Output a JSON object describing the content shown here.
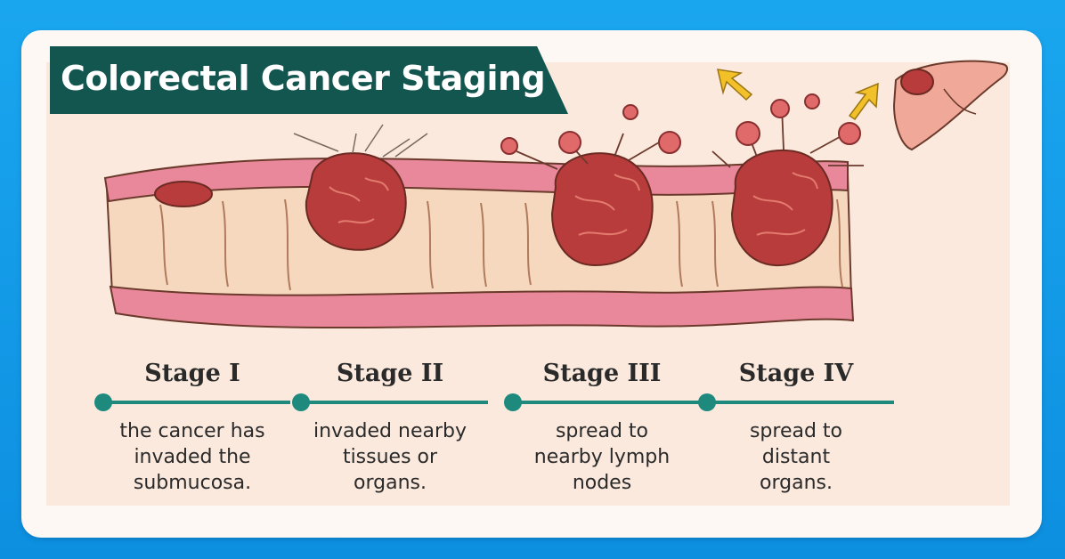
{
  "title": "Colorectal Cancer Staging",
  "stages": [
    {
      "label": "Stage I",
      "description": [
        "the cancer has",
        "invaded the",
        "submucosa."
      ]
    },
    {
      "label": "Stage II",
      "description": [
        "invaded nearby",
        "tissues or",
        "organs."
      ]
    },
    {
      "label": "Stage III",
      "description": [
        "spread to",
        "nearby lymph",
        "nodes"
      ]
    },
    {
      "label": "Stage IV",
      "description": [
        "spread to",
        "distant",
        "organs."
      ]
    }
  ],
  "colors": {
    "banner": "#13554f",
    "accent": "#1d8a7d",
    "tumor": "#b83c3c",
    "colon_wall": "#e9889a",
    "colon_inner": "#f6d8bf",
    "arrow": "#f2c028",
    "background": "#1aa6ef"
  },
  "icons": [
    "colon-icon",
    "tumor-icon",
    "lymph-node-icon",
    "liver-icon",
    "arrow-icon"
  ]
}
